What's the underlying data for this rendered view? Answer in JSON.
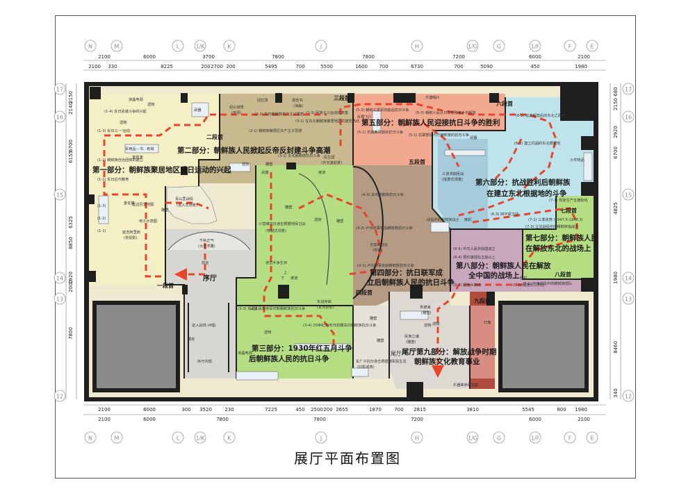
{
  "title": "展厅平面布置图",
  "axes": {
    "top_letters": [
      "N",
      "M",
      "L",
      "1/K",
      "K",
      "J",
      "H",
      "1/G",
      "G",
      "1/F",
      "F",
      "E"
    ],
    "bottom_letters": [
      "N",
      "M",
      "L",
      "1/K",
      "K",
      "J",
      "H",
      "1/G",
      "G",
      "1/F",
      "F",
      "E"
    ],
    "top_dims_row1": [
      "2100",
      "6000",
      "3700",
      "7800",
      "7800",
      "7200",
      "6000",
      "2100"
    ],
    "top_dims_row2": [
      "2100",
      "330",
      "8225",
      "200",
      "2700",
      "200",
      "5495",
      "700",
      "5500",
      "1600",
      "700",
      "6730",
      "700",
      "5090",
      "450",
      "1980"
    ],
    "bottom_dims_row1": [
      "2100",
      "6000",
      "300",
      "3520",
      "230",
      "7225",
      "450",
      "2500",
      "200",
      "2655",
      "1870",
      "700",
      "2815",
      "3810",
      "5545",
      "800",
      "1980"
    ],
    "bottom_dims_row2": [
      "2100",
      "6000",
      "7800",
      "7800",
      "7200",
      "6000",
      "2100"
    ],
    "left_numbers": [
      "17",
      "16",
      "15",
      "14",
      "13",
      "12"
    ],
    "right_numbers": [
      "17",
      "16",
      "15",
      "14",
      "13",
      "12"
    ],
    "left_dims": [
      "2150",
      "2140",
      "6700",
      "6155",
      "6325",
      "8850",
      "7800",
      "1920",
      "2000"
    ],
    "right_dims": [
      "680",
      "2150",
      "2920",
      "6700",
      "4825",
      "1980",
      "8460",
      "340"
    ]
  },
  "section_names": {
    "s1": "第一部分：朝鲜族聚居地区反日运动的兴起",
    "s2": "第二部分：朝鲜族人民掀起反帝反封建斗争高潮",
    "s3a": "第三部分：1930年红五月斗争",
    "s3b": "后朝鲜族人民的抗日斗争",
    "s4a": "第四部分：抗日联军成",
    "s4b": "立后朝鲜族人民的抗日斗争",
    "s5": "第五部分：朝鲜族人民迎接抗日斗争的胜利",
    "s6a": "第六部分：抗战胜利后朝鲜族",
    "s6b": "在建立东北根据地的斗争",
    "s7a": "第七部分：朝鲜族人民",
    "s7b": "在解放东北的战场上",
    "s8a": "第八部分：朝鲜族人民在解放",
    "s8b": "全中国的战场上",
    "s9a": "尾厅第九部分：解放战争时期",
    "s9b": "朝鲜族文化教育事业"
  },
  "segments": {
    "d1": "一段首",
    "d2": "二段首",
    "d3": "三段首",
    "d4": "四段首",
    "d5": "五段首",
    "d6": "六段首",
    "d7": "七段首",
    "d8": "八段首",
    "d9": "九段首"
  },
  "labels": {
    "xuting": "序厅",
    "weiting": "尾厅",
    "lcd_tv": "液晶电视",
    "relic": "遗物",
    "weapon": "武器",
    "weapon2": "武器",
    "weapon3": "武器",
    "weapon4": "武器",
    "relic2": "遗物",
    "relic3": "遗物",
    "relic4": "遗物",
    "relic5": "遗物",
    "relic6": "遗物",
    "relic7": "遗物",
    "sculpture": "雕塑",
    "sculpture2": "雕塑",
    "sculpture3": "雕塑",
    "sculpture4": "雕塑",
    "sculpture5": "雕塑",
    "sculpture6": "雕塑",
    "s1_1": "(1-4) 反日武装斗争的兴起",
    "s1_2": "(1-3) 反日三·一运动",
    "s1_3": "(1-2) 朝鲜族自治团体的建立",
    "s1_4": "(1-1) 反日近代教育",
    "junyong": "军用品—书、枪械",
    "jinxin": "金跃渊",
    "s1_5": "(1-3)",
    "s1_6": "(1-2)",
    "s1_7": "(1-1)",
    "yanbian": "延边历史地图",
    "qingshan": "青山里战役",
    "qingshan_sub": "(进入式场景)",
    "jinzhuo": "金佐镇",
    "yanjihuan": "延吉阿里郎",
    "yanjihuan_sub": "(背投影)",
    "dianzi": "电子示意图",
    "qiangu": "千秋正气",
    "qiangu_sub": "(大型浮雕)",
    "qianyan": "前言",
    "shaoxingcheng": "绍兴城景",
    "shaoxingcheng_sub": "(复原)",
    "huiyiji": "回忆录",
    "baoming": "报告书",
    "baoming_sub": "(油画)",
    "s2_1": "(2-2) 关内朝鲜族共产主义思想",
    "s2_2": "(2-1) 朝鲜族聚居区共产主义思想",
    "s2_3": "(2-3) 民族主义运动的衰落",
    "s2_4": "(3-1) 在东北朝鲜族聚居地区的建党活动",
    "s2_5": "(3-2) 东北朝鲜族抗日斗争",
    "s3_1": "(3-3) 东北人民革命军时期朝鲜族抗日斗争",
    "s3_2": "(3-4) 20世纪30年代初期关内朝鲜族抗日斗争",
    "xiaoying": "小营峰抗日游击根据地保卫战",
    "xiaoying_sub": "(穿越式场景)",
    "youji": "游击手争生存",
    "minsheng": "民生团",
    "minsheng_sub": "(外交渡船景)",
    "dongjin": "东进序曲",
    "dongjin_sub": "(定向投影)",
    "chechang": "车厂子抗日游击根据地军民生活",
    "chechang_sub": "(幻影成像)",
    "up": "上",
    "down": "下",
    "podao": "坡道",
    "podao2": "坡道",
    "s4_1": "(4-3) 关内朝鲜族抗日斗争",
    "s4_2": "(4-2) 卢沟桥事变后朝鲜族抗日斗争",
    "s4_3": "(4-1) 卢沟桥事变前朝鲜族抗日斗争",
    "jiyin": "吉音的远征",
    "jiyin_sub": "(导视)",
    "s5_1": "(5-2) 朝鲜义勇军的敌后抗日斗争",
    "s5_2": "(5-3) 朝鲜人民从日本侵略者手中解放",
    "s5_3": "(5-1) 抗联教导旅的抗日斗争",
    "s5_4": "(5-1) 抗联部队与方编新旅的抗日斗争",
    "fanmofei": "反模飞行",
    "music": "乐器唱片",
    "s6_1": "(6-1) 延边解放后的东北之局势",
    "s6_2": "(6-2) 建立巩固的东北根据地",
    "s6_3": "(6-3) 四平保卫战",
    "sanxi": "三道湾剿匪战",
    "sanxi_sub": "(情景式场景)",
    "zhanshi": "战役中的朝鲜族战士",
    "youzhan": "小件物品",
    "shebei": "微机",
    "shebei2": "微机",
    "s7_1": "(7-1) 恢复生产支援前线",
    "s7_2": "(7-2) 三季攻势 (1947.5-1948.3)",
    "s7_3": "(7-3) 辽沈战役中的朝鲜族指战员",
    "s7_4": "中的朝鲜族指战员",
    "s8_1": "(8-5) 中华人民共和国成立",
    "s8_2": "(8-4) 把红旗插在五指山上",
    "s8_3": "(8-3) 解放大西南",
    "s8_4": "(8-2) 强渡长江天险",
    "s8_5": "(8-1) 平津战役中的朝鲜族部队",
    "zhuds": "朱德海",
    "zhuds_sub": "(雕塑)",
    "minzu": "民族之魂",
    "minzu_sub": "(雕塑)",
    "music2": "乐器革命歌谣集",
    "jinchang": "进入战场 (4幅)",
    "zhanbiao": "展标",
    "xuting_inner": "序厅内部",
    "lcd2": "液晶电视",
    "light": "灯箱"
  },
  "colors": {
    "wall": "#1f1f1f",
    "column": "#8a8a8a",
    "cream": "#f5efc6",
    "tan": "#c8b98e",
    "green": "#b5de82",
    "salmon": "#f1a98f",
    "cyan": "#bfe3ea",
    "blue": "#a6ccdc",
    "purple": "#c9a7bd",
    "brown": "#b59a84",
    "red": "#b14b3e",
    "pink": "#e7c4c0",
    "gray": "#d8d6d2",
    "arrow": "#e8432b"
  }
}
